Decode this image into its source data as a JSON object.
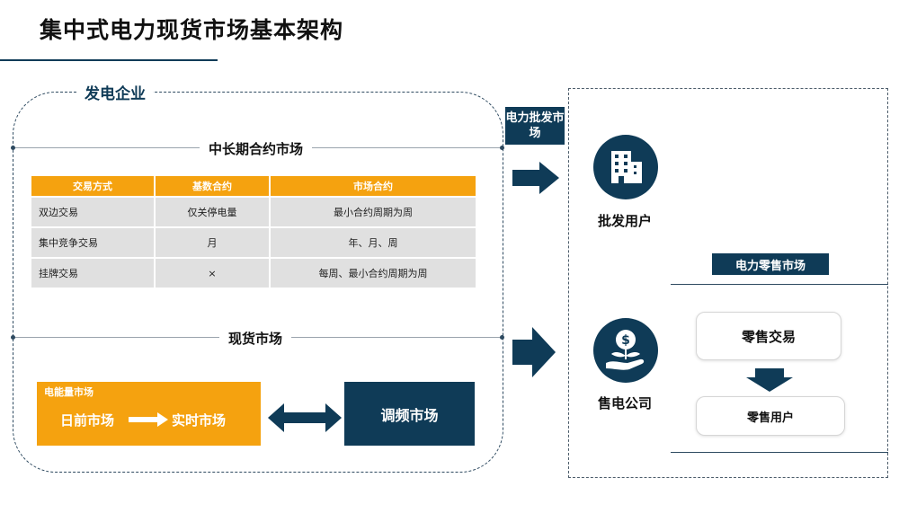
{
  "title": "集中式电力现货市场基本架构",
  "generator": {
    "label": "发电企业"
  },
  "long_term": {
    "label": "中长期合约市场",
    "headers": [
      "交易方式",
      "基数合约",
      "市场合约"
    ],
    "rows": [
      [
        "双边交易",
        "仅关停电量",
        "最小合约周期为周"
      ],
      [
        "集中竞争交易",
        "月",
        "年、月、周"
      ],
      [
        "挂牌交易",
        "×",
        "每周、最小合约周期为周"
      ]
    ]
  },
  "spot": {
    "label": "现货市场",
    "energy_market": {
      "title": "电能量市场",
      "day_ahead": "日前市场",
      "real_time": "实时市场"
    },
    "frequency_market": "调频市场"
  },
  "wholesale_market": "电力批发市场",
  "wholesale_user": {
    "label": "批发用户",
    "icon": "building-icon"
  },
  "retail_company": {
    "label": "售电公司",
    "icon": "money-plant-hand-icon"
  },
  "retail_market": {
    "label": "电力零售市场",
    "trade": "零售交易",
    "user": "零售用户"
  },
  "colors": {
    "navy": "#0f3b57",
    "orange": "#f5a20f",
    "gray": "#e0e0e0"
  }
}
